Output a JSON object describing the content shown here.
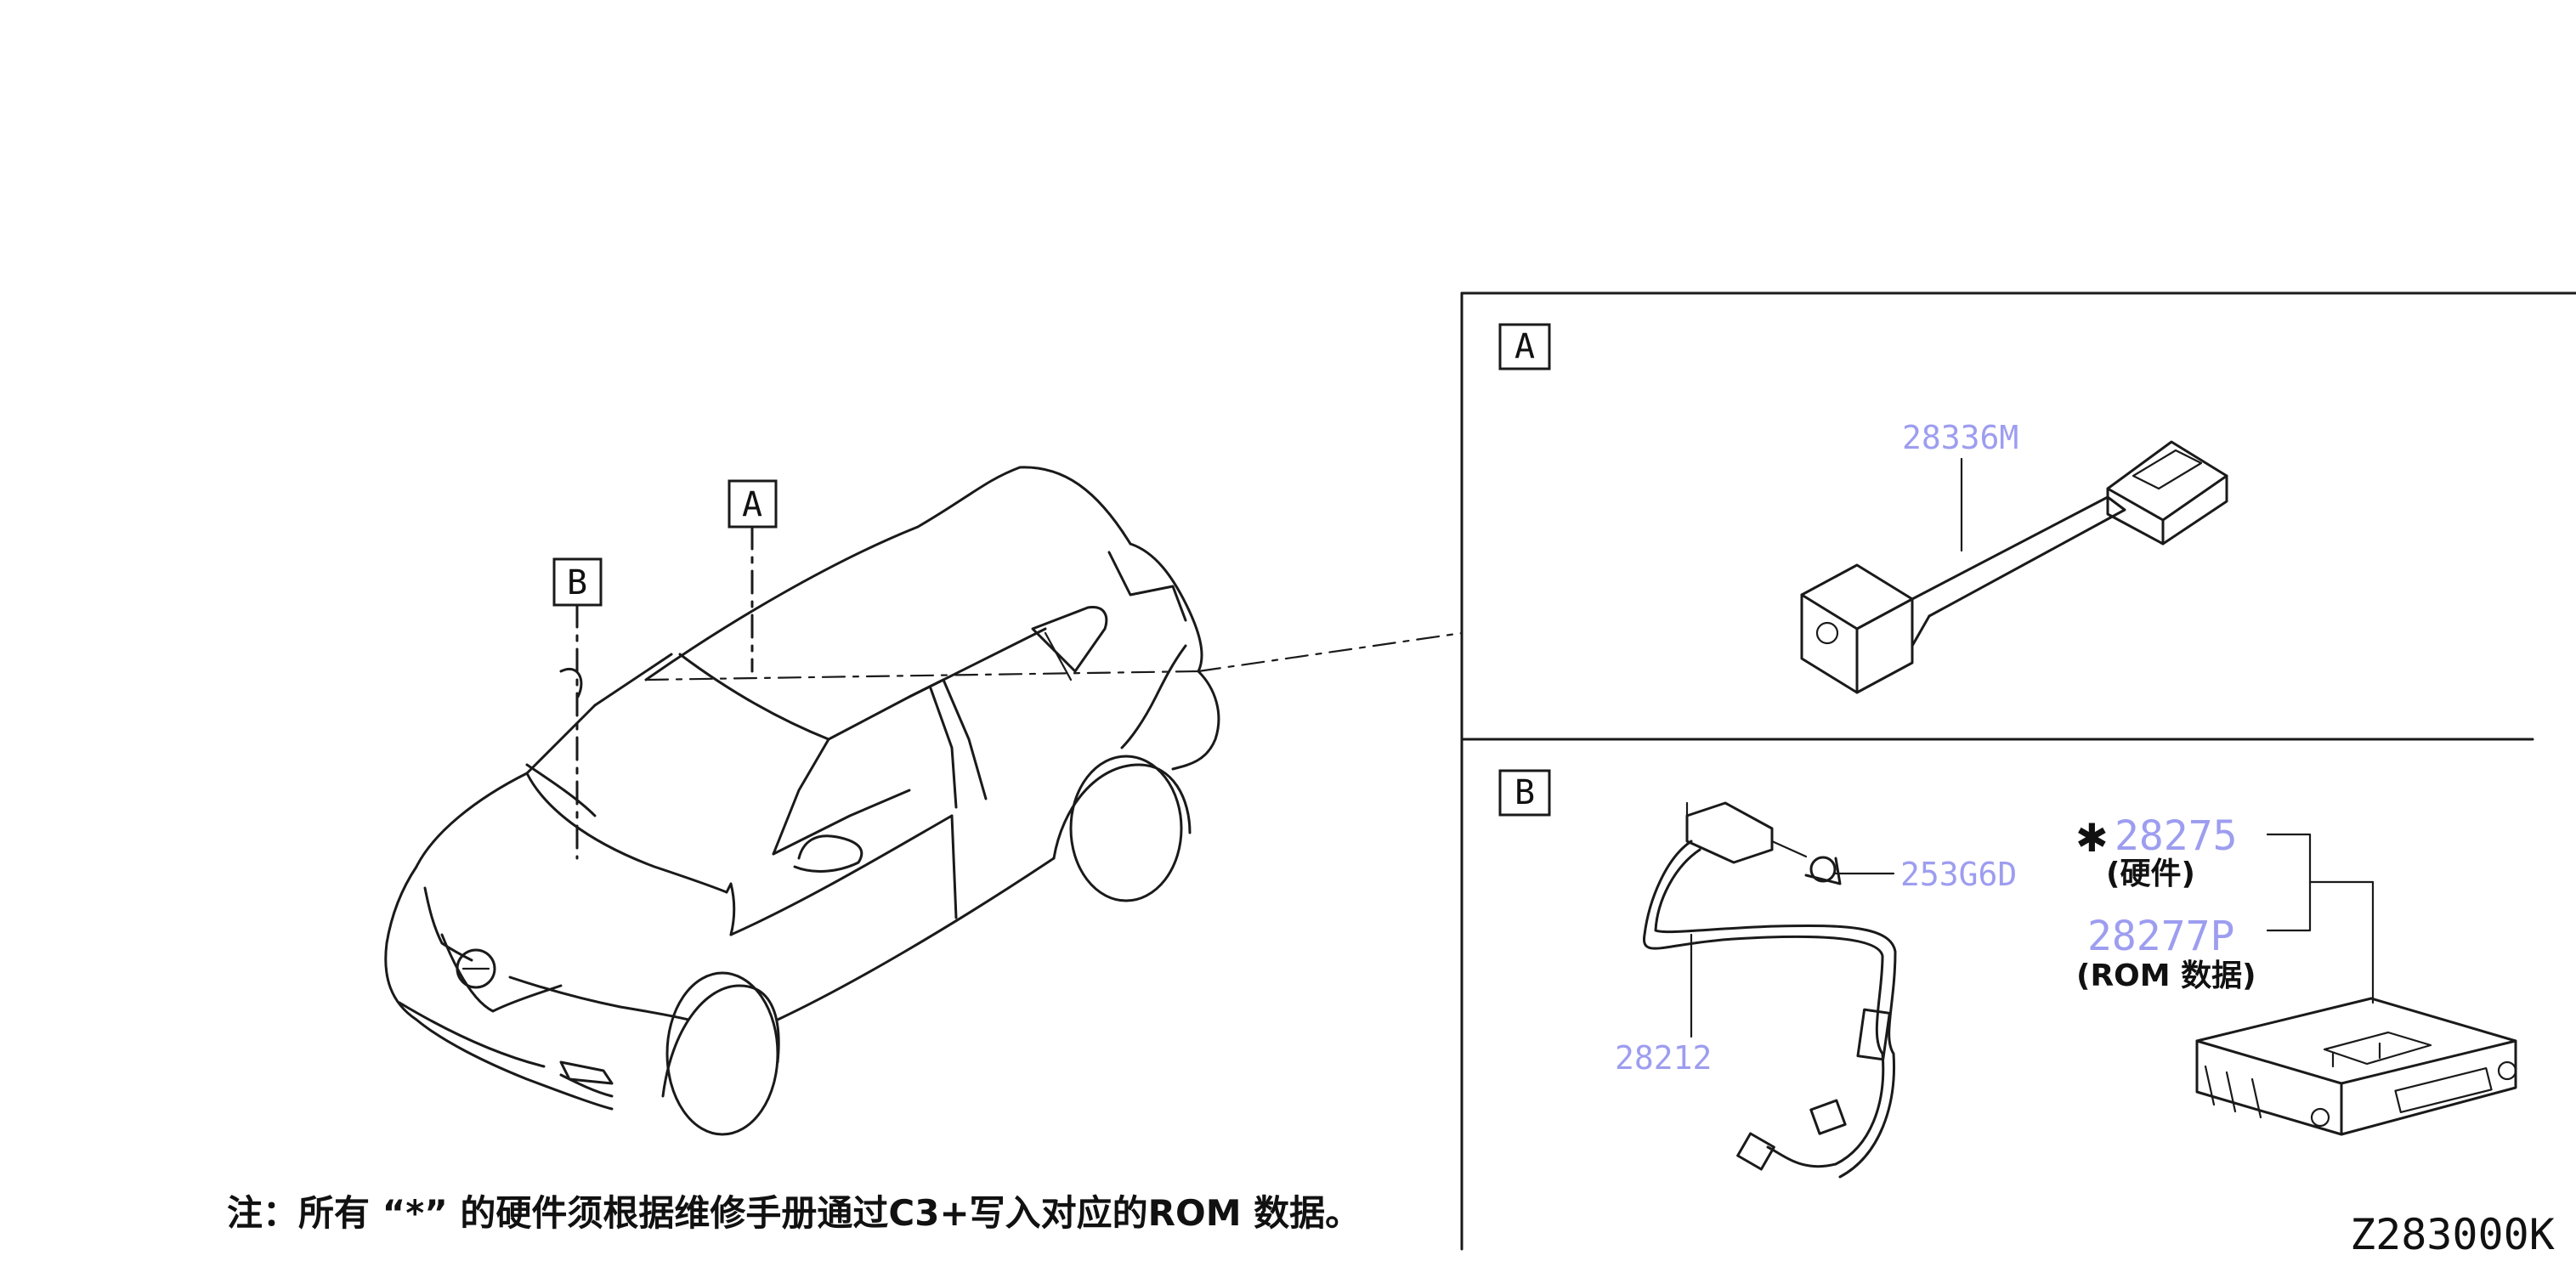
{
  "view_labels": {
    "a": "A",
    "b": "B"
  },
  "part_numbers": {
    "antenna_harness": "28336M",
    "module_hardware": "28275",
    "module_rom": "28277P",
    "antenna": "28212",
    "bolt": "253G6D"
  },
  "annotations": {
    "asterisk": "✱",
    "hardware": "(硬件)",
    "rom_data": "(ROM 数据)"
  },
  "note": "注：所有 “*” 的硬件须根据维修手册通过C3+写入对应的ROM 数据。",
  "diagram_code": "Z283000K",
  "colors": {
    "line": "#1a1a1a",
    "part_number": "#9d9df0"
  }
}
